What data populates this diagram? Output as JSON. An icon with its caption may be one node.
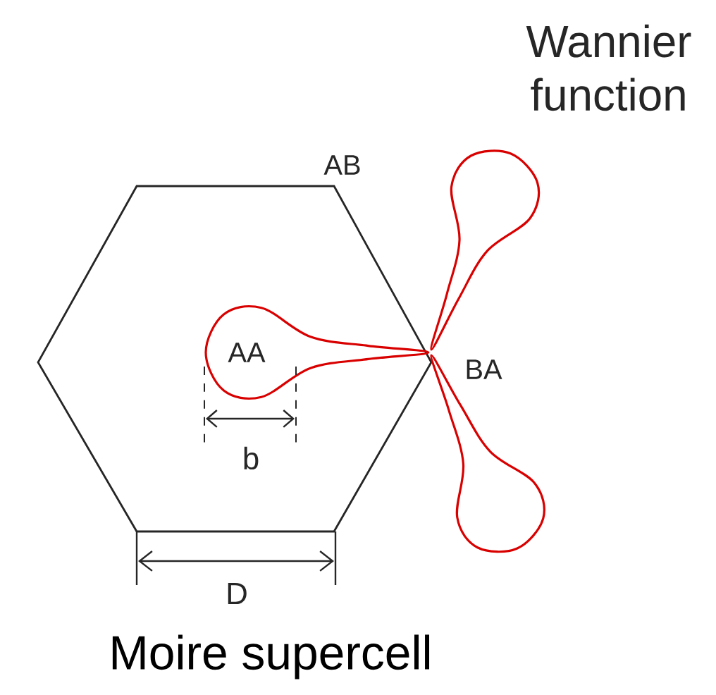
{
  "diagram": {
    "caption": "Moire supercell",
    "labels": [
      "Wannier function",
      "AB",
      "AA",
      "BA",
      "b",
      "D"
    ]
  }
}
